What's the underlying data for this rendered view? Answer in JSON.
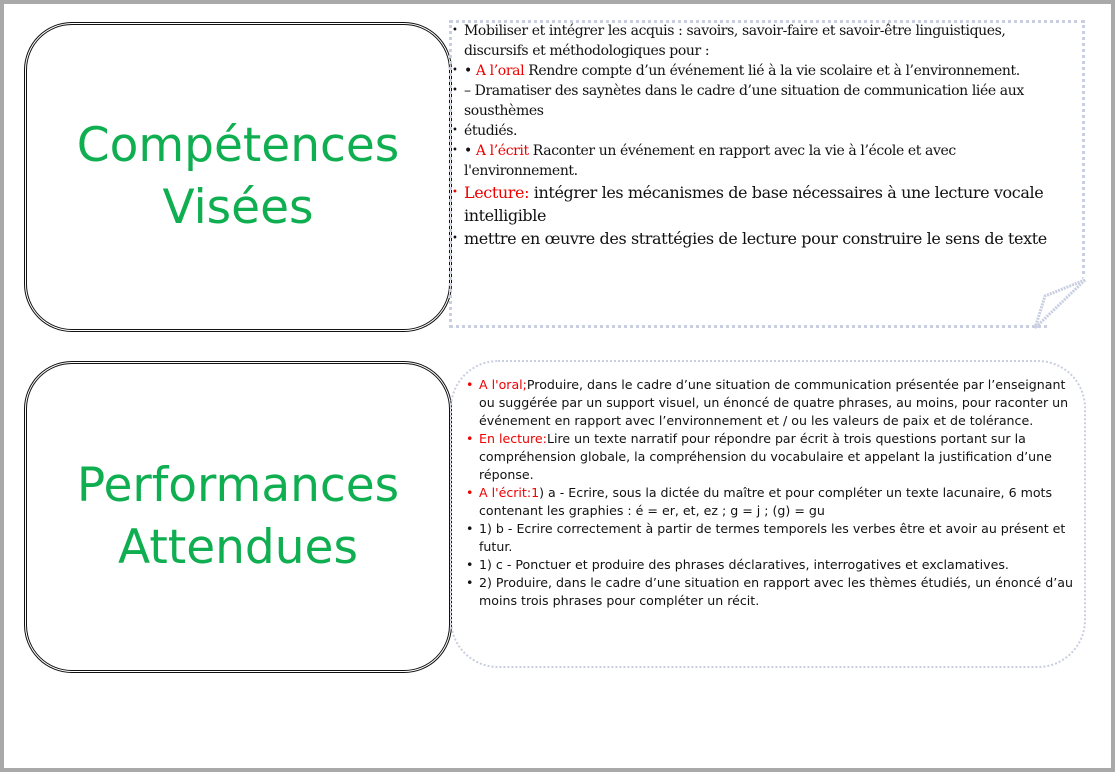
{
  "competences": {
    "title_line1": "Compétences",
    "title_line2": "Visées",
    "items": [
      {
        "text": "Mobiliser et intégrer les acquis : savoirs, savoir-faire et savoir-être linguistiques, discursifs et méthodologiques pour :"
      },
      {
        "prefix": "• ",
        "label": "A l’oral",
        "text": " Rendre compte d’un événement lié à la vie scolaire et à l’environnement."
      },
      {
        "text": "– Dramatiser des saynètes dans le cadre d’une situation de communication liée aux sousthèmes"
      },
      {
        "text": "étudiés."
      },
      {
        "prefix": "• ",
        "label": "A l’écrit",
        "text": "  Raconter un événement en rapport avec la vie à l’école et avec l'environnement."
      },
      {
        "label": "Lecture:",
        "text": "  intégrer les mécanismes de base nécessaires à une lecture vocale intelligible"
      },
      {
        "text": "  mettre en œuvre des strattégies de lecture pour construire le sens de texte"
      }
    ]
  },
  "performances": {
    "title_line1": "Performances",
    "title_line2": "Attendues",
    "items": [
      {
        "label": "A l'oral;",
        "text": "Produire, dans le cadre d’une situation de communication présentée par l’enseignant ou suggérée par un support visuel, un énoncé de quatre phrases, au moins, pour raconter un événement en rapport avec l’environnement et / ou les valeurs de paix et de tolérance."
      },
      {
        "label": "En lecture:",
        "text": "Lire un texte narratif pour répondre par écrit à trois questions portant sur la compréhension globale, la compréhension du vocabulaire et appelant la justification d’une réponse."
      },
      {
        "label": "A l'écrit:1",
        "text": ") a - Ecrire, sous la dictée du maître et pour compléter un texte lacunaire, 6 mots contenant les graphies : é = er, et, ez ; g = j ; (g) = gu"
      },
      {
        "text": "1) b - Ecrire correctement à partir de termes temporels les verbes être et avoir au présent et futur."
      },
      {
        "text": "1) c - Ponctuer et produire des phrases déclaratives, interrogatives et exclamatives."
      },
      {
        "text": "2) Produire, dans le cadre d’une situation en rapport avec les thèmes étudiés, un énoncé d’au moins trois phrases pour compléter un récit."
      }
    ]
  }
}
